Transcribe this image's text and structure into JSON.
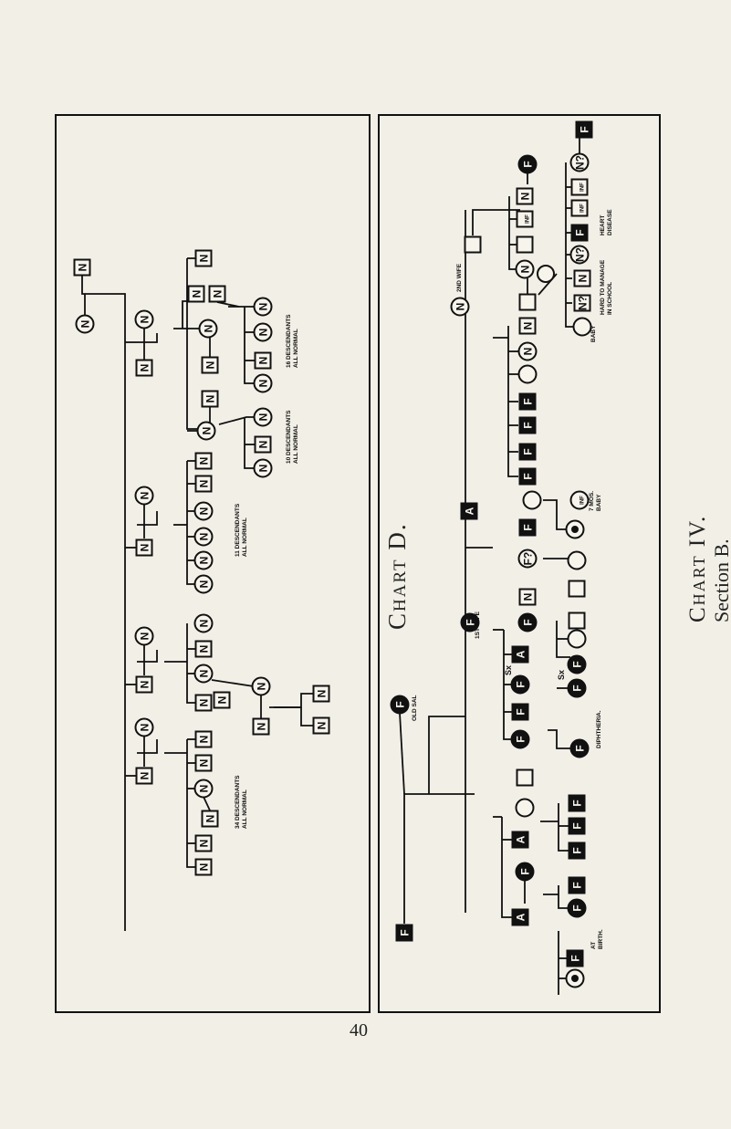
{
  "page_number": "40",
  "left_chart": {
    "title": "Chart D.",
    "symbol_letter": "N",
    "notes": [
      "16 DESCENDANTS ALL NORMAL",
      "10 DESCENDANTS ALL NORMAL",
      "11 DESCENDANTS ALL NORMAL",
      "34 DESCENDANTS ALL NORMAL"
    ]
  },
  "right_chart": {
    "title": "Chart IV.",
    "section": "Section B.",
    "symbol_letters": {
      "feebleminded": "F",
      "normal": "N",
      "alcoholic": "A",
      "sexually_immoral": "Sx",
      "infant": "INF"
    },
    "labels": {
      "old_sal": "OLD SAL",
      "first_wife": "1ST WIFE",
      "second_wife": "2ND WIFE",
      "baby_died": "7 MOS. BABY",
      "diphtheria": "DIPHTHERIA.",
      "heart_disease": "HEART DISEASE",
      "hard_to_manage": "HARD TO MANAGE IN SCHOOL",
      "baby": "BABY",
      "at_birth": "AT BIRTH.",
      "uncertain_n": "N?",
      "uncertain_f": "F?"
    }
  }
}
